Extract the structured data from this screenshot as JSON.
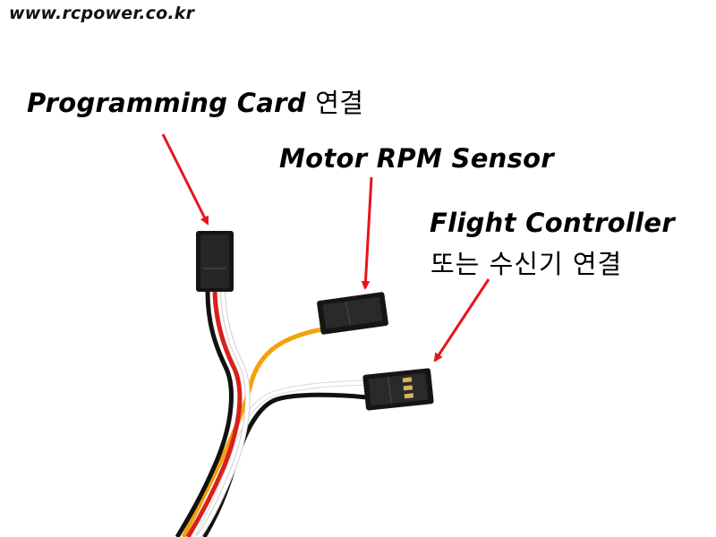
{
  "watermark": "www.rcpower.co.kr",
  "labels": {
    "programming_card": {
      "main": "Programming Card",
      "suffix": "연결"
    },
    "motor_rpm_sensor": "Motor RPM Sensor",
    "flight_controller": {
      "line1": "Flight  Controller",
      "line2": "또는 수신기 연결"
    }
  },
  "colors": {
    "arrow": "#e8141a",
    "wire_black": "#111111",
    "wire_red": "#d8201c",
    "wire_white": "#f4f4f4",
    "wire_orange": "#f2a20c",
    "connector": "#151515"
  }
}
